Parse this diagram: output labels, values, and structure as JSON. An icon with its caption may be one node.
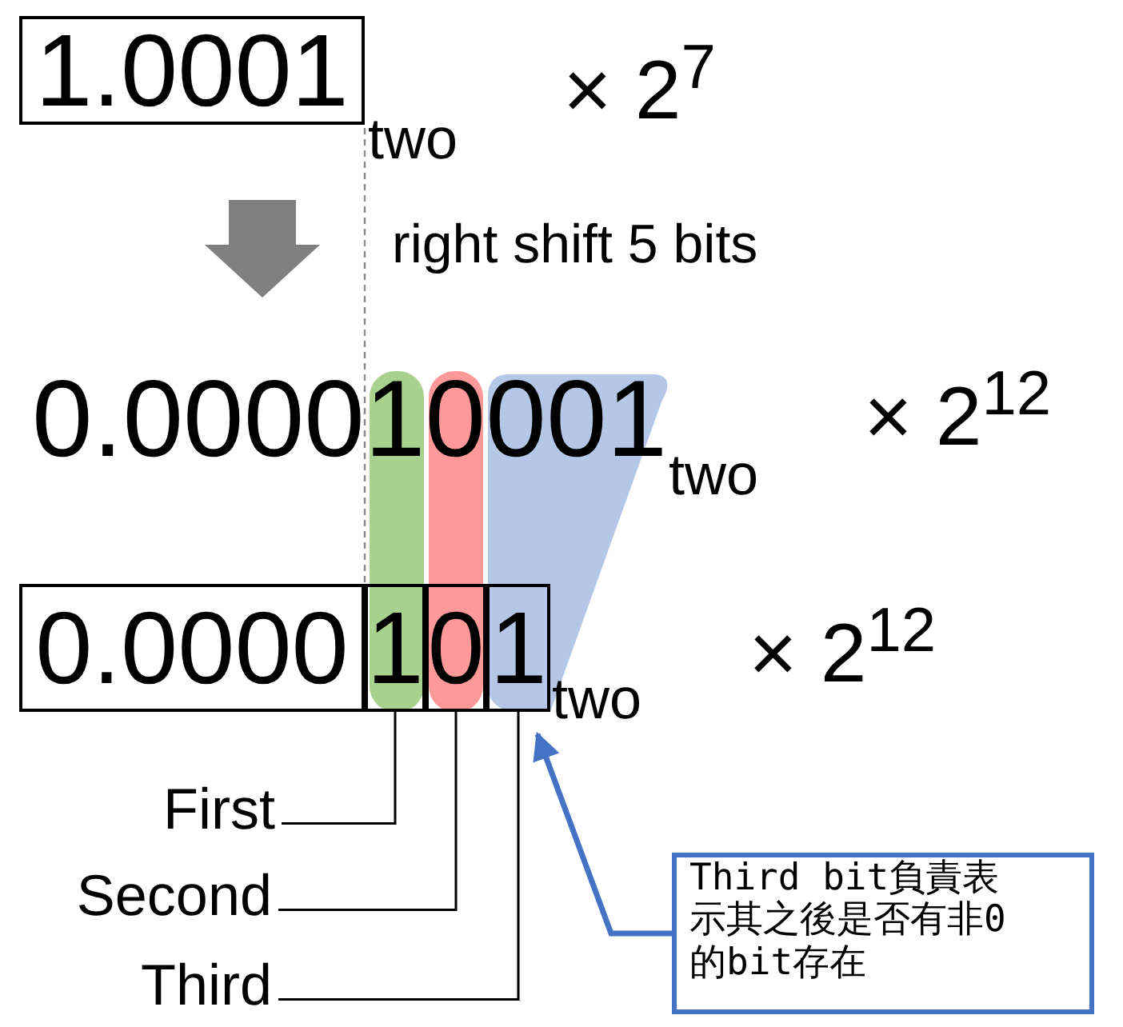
{
  "diagram": {
    "nodes": [
      {
        "text": [
          "1.0001"
        ]
      },
      {
        "text": [
          "0.0000"
        ]
      },
      {
        "text": [
          "1"
        ]
      },
      {
        "text": [
          "0"
        ]
      },
      {
        "text": [
          "1"
        ]
      },
      {
        "text": [
          "First"
        ]
      },
      {
        "text": [
          "Second"
        ]
      },
      {
        "text": [
          "Third"
        ]
      },
      {
        "text": [
          "Third bit負責表示其之後是否有非0的bit存在"
        ]
      }
    ],
    "edges": [
      {
        "from": 5,
        "to": 2,
        "arrow": "none"
      },
      {
        "from": 6,
        "to": 3,
        "arrow": "none"
      },
      {
        "from": 7,
        "to": 4,
        "arrow": "none"
      },
      {
        "from": 8,
        "to": 4,
        "arrow": "to",
        "style": "thick",
        "color": "#4472c4"
      }
    ],
    "labels": [
      "two",
      "× 2$^{7}$",
      "right shift 5 bits",
      "0.000010001",
      "two",
      "× 2$^{12}$",
      "two",
      "× 2$^{12}$"
    ]
  }
}
